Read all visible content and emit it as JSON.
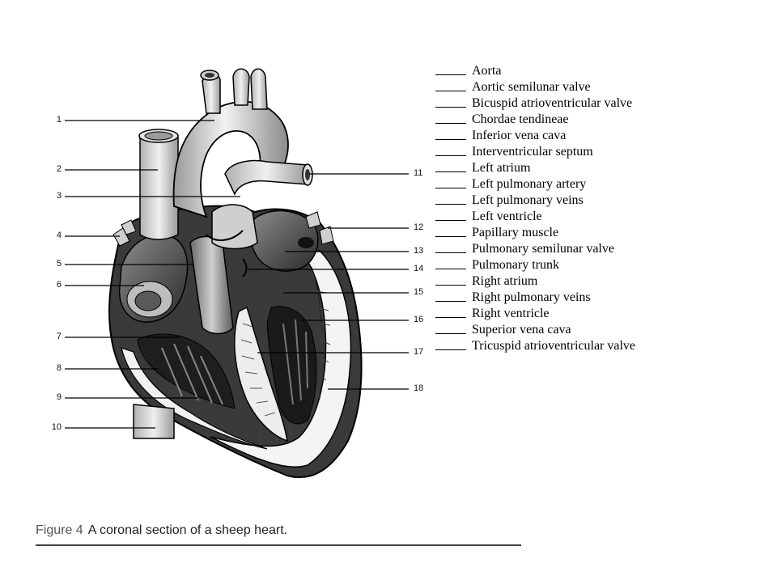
{
  "figure": {
    "caption_label": "Figure 4",
    "caption_text": "A coronal section of a sheep heart."
  },
  "left_callouts": [
    "1",
    "2",
    "3",
    "4",
    "5",
    "6",
    "7",
    "8",
    "9",
    "10"
  ],
  "right_callouts": [
    "11",
    "12",
    "13",
    "14",
    "15",
    "16",
    "17",
    "18"
  ],
  "terms": [
    "Aorta",
    "Aortic semilunar valve",
    "Bicuspid atrioventricular valve",
    "Chordae tendineae",
    "Inferior vena cava",
    "Interventricular septum",
    "Left atrium",
    "Left pulmonary artery",
    "Left pulmonary veins",
    "Left ventricle",
    "Papillary muscle",
    "Pulmonary semilunar valve",
    "Pulmonary trunk",
    "Right atrium",
    "Right pulmonary veins",
    "Right ventricle",
    "Superior vena cava",
    "Tricuspid atrioventricular valve"
  ]
}
